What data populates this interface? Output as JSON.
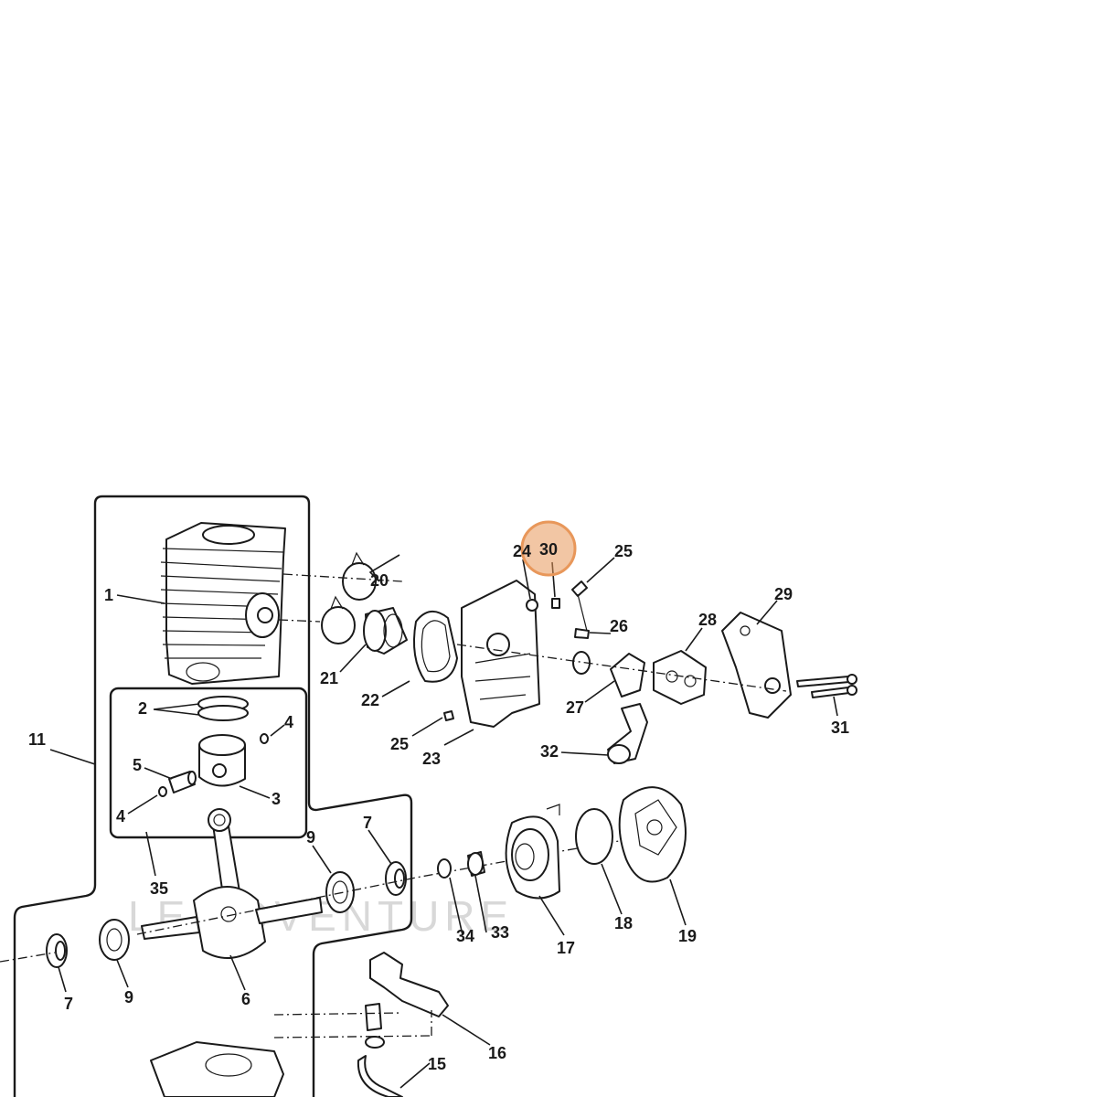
{
  "diagram": {
    "watermark": "LE ADVENTURE",
    "highlight_color": "#e8975a",
    "highlighted_callout": "30",
    "callouts": [
      {
        "id": "c1",
        "text": "1"
      },
      {
        "id": "c2",
        "text": "2"
      },
      {
        "id": "c3",
        "text": "3"
      },
      {
        "id": "c4a",
        "text": "4"
      },
      {
        "id": "c4b",
        "text": "4"
      },
      {
        "id": "c5",
        "text": "5"
      },
      {
        "id": "c6",
        "text": "6"
      },
      {
        "id": "c7a",
        "text": "7"
      },
      {
        "id": "c7b",
        "text": "7"
      },
      {
        "id": "c9a",
        "text": "9"
      },
      {
        "id": "c9b",
        "text": "9"
      },
      {
        "id": "c11",
        "text": "11"
      },
      {
        "id": "c15",
        "text": "15"
      },
      {
        "id": "c16",
        "text": "16"
      },
      {
        "id": "c17",
        "text": "17"
      },
      {
        "id": "c18",
        "text": "18"
      },
      {
        "id": "c19",
        "text": "19"
      },
      {
        "id": "c20",
        "text": "20"
      },
      {
        "id": "c21",
        "text": "21"
      },
      {
        "id": "c22",
        "text": "22"
      },
      {
        "id": "c23",
        "text": "23"
      },
      {
        "id": "c24",
        "text": "24"
      },
      {
        "id": "c25a",
        "text": "25"
      },
      {
        "id": "c25b",
        "text": "25"
      },
      {
        "id": "c26",
        "text": "26"
      },
      {
        "id": "c27",
        "text": "27"
      },
      {
        "id": "c28",
        "text": "28"
      },
      {
        "id": "c29",
        "text": "29"
      },
      {
        "id": "c30",
        "text": "30"
      },
      {
        "id": "c31",
        "text": "31"
      },
      {
        "id": "c32",
        "text": "32"
      },
      {
        "id": "c33",
        "text": "33"
      },
      {
        "id": "c34",
        "text": "34"
      },
      {
        "id": "c35",
        "text": "35"
      }
    ]
  }
}
